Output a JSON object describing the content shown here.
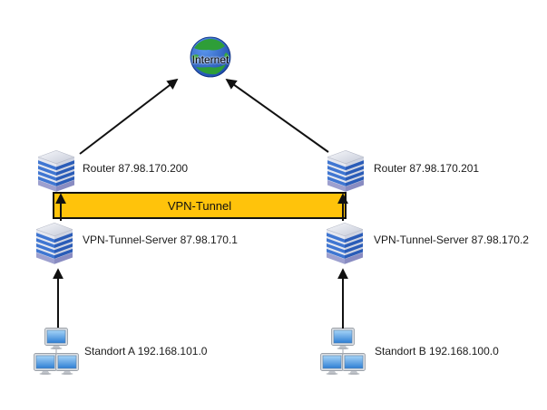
{
  "internet": {
    "label": "Internet"
  },
  "tunnel": {
    "label": "VPN-Tunnel",
    "fill_color": "#ffc30b",
    "border_color": "#111111"
  },
  "nodes": {
    "router_a": {
      "label": "Router 87.98.170.200",
      "icon": "server-icon"
    },
    "router_b": {
      "label": "Router 87.98.170.201",
      "icon": "server-icon"
    },
    "server_a": {
      "label": "VPN-Tunnel-Server 87.98.170.1",
      "icon": "server-icon"
    },
    "server_b": {
      "label": "VPN-Tunnel-Server 87.98.170.2",
      "icon": "server-icon"
    },
    "site_a": {
      "label": "Standort A 192.168.101.0",
      "icon": "workstation-group-icon"
    },
    "site_b": {
      "label": "Standort B 192.168.100.0",
      "icon": "workstation-group-icon"
    }
  },
  "connections": [
    {
      "from": "router_a",
      "to": "internet",
      "arrowhead_at": "internet"
    },
    {
      "from": "router_b",
      "to": "internet",
      "arrowhead_at": "internet"
    },
    {
      "from": "server_a",
      "to": "router_a",
      "arrowhead_at": "router_a",
      "via": "vpn-tunnel"
    },
    {
      "from": "server_b",
      "to": "router_b",
      "arrowhead_at": "router_b",
      "via": "vpn-tunnel"
    },
    {
      "from": "site_a",
      "to": "server_a",
      "arrowhead_at": "server_a"
    },
    {
      "from": "site_b",
      "to": "server_b",
      "arrowhead_at": "server_b"
    }
  ],
  "colors": {
    "arrow": "#111111",
    "label_text": "#1a1a1a",
    "globe_ocean": "#1c55c8",
    "globe_land": "#2e9e38",
    "server_stripe": "#3f76d2"
  }
}
